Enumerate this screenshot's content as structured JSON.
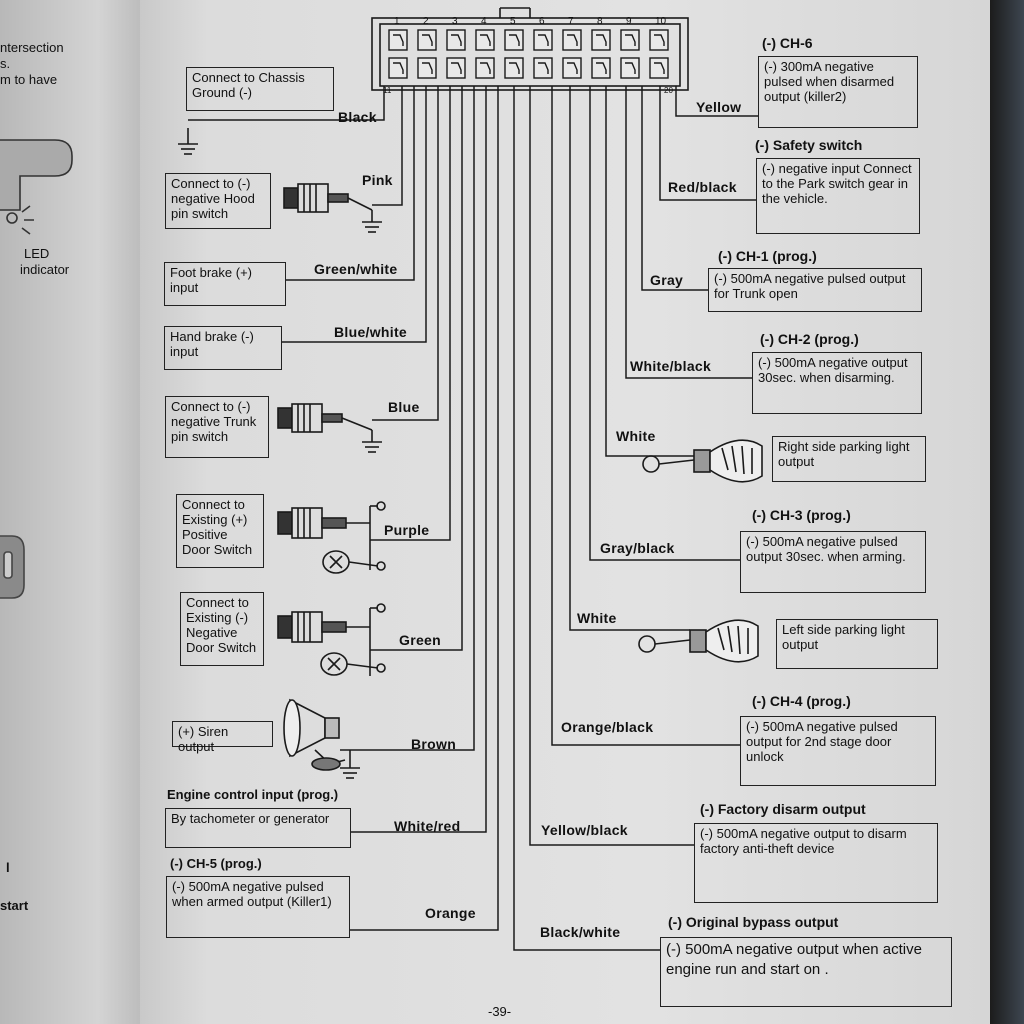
{
  "left_page": {
    "line1": "ntersection",
    "line2": "s.",
    "line3": "m to have",
    "led_label": "LED",
    "led_label2": "indicator",
    "bottom_mark": "l",
    "start": "start"
  },
  "connector": {
    "pins": [
      "1",
      "2",
      "3",
      "4",
      "5",
      "6",
      "7",
      "8",
      "9",
      "10"
    ],
    "pin11": "11",
    "pin20": "20"
  },
  "left_side": {
    "chassis": {
      "text": "Connect to Chassis Ground (-)",
      "wire": "Black"
    },
    "hood": {
      "text": "Connect to (-) negative Hood pin switch",
      "wire": "Pink"
    },
    "foot_brake": {
      "text": "Foot brake (+) input",
      "wire": "Green/white"
    },
    "hand_brake": {
      "text": "Hand brake (-) input",
      "wire": "Blue/white"
    },
    "trunk": {
      "text": "Connect to (-) negative Trunk pin switch",
      "wire": "Blue"
    },
    "pos_door": {
      "text": "Connect to Existing (+) Positive Door Switch",
      "wire": "Purple"
    },
    "neg_door": {
      "text": "Connect to Existing (-) Negative Door Switch",
      "wire": "Green"
    },
    "siren": {
      "text": "(+) Siren output",
      "wire": "Brown"
    },
    "engine": {
      "header": "Engine control input (prog.)",
      "text": "By tachometer or generator",
      "wire": "White/red"
    },
    "ch5": {
      "header": "(-) CH-5 (prog.)",
      "text": "(-) 500mA negative pulsed when armed output (Killer1)",
      "wire": "Orange"
    }
  },
  "right_side": {
    "ch6": {
      "header": "(-) CH-6",
      "text": "(-) 300mA negative pulsed when disarmed output (killer2)",
      "wire": "Yellow"
    },
    "safety": {
      "header": "(-) Safety switch",
      "text": "(-) negative input Connect to the Park switch gear in the vehicle.",
      "wire": "Red/black"
    },
    "ch1": {
      "header": "(-) CH-1 (prog.)",
      "text": "(-) 500mA negative pulsed output for Trunk open",
      "wire": "Gray"
    },
    "ch2": {
      "header": "(-) CH-2 (prog.)",
      "text": "(-) 500mA negative output 30sec. when disarming.",
      "wire": "White/black"
    },
    "right_parking": {
      "text": "Right side parking light output",
      "wire": "White"
    },
    "ch3": {
      "header": "(-) CH-3 (prog.)",
      "text": "(-) 500mA negative pulsed output 30sec. when arming.",
      "wire": "Gray/black"
    },
    "left_parking": {
      "text": "Left side parking light output",
      "wire": "White"
    },
    "ch4": {
      "header": "(-) CH-4 (prog.)",
      "text": "(-) 500mA negative pulsed output for 2nd stage door unlock",
      "wire": "Orange/black"
    },
    "factory": {
      "header": "(-) Factory disarm output",
      "text": "(-) 500mA negative output to disarm factory anti-theft device",
      "wire": "Yellow/black"
    },
    "bypass": {
      "header": "(-) Original bypass output",
      "text": "(-) 500mA negative output when active engine run and start on .",
      "wire": "Black/white"
    }
  },
  "page_number": "-39-",
  "colors": {
    "paper": "#e0e0e0",
    "ink": "#111111",
    "edge": "#2a2f36"
  }
}
